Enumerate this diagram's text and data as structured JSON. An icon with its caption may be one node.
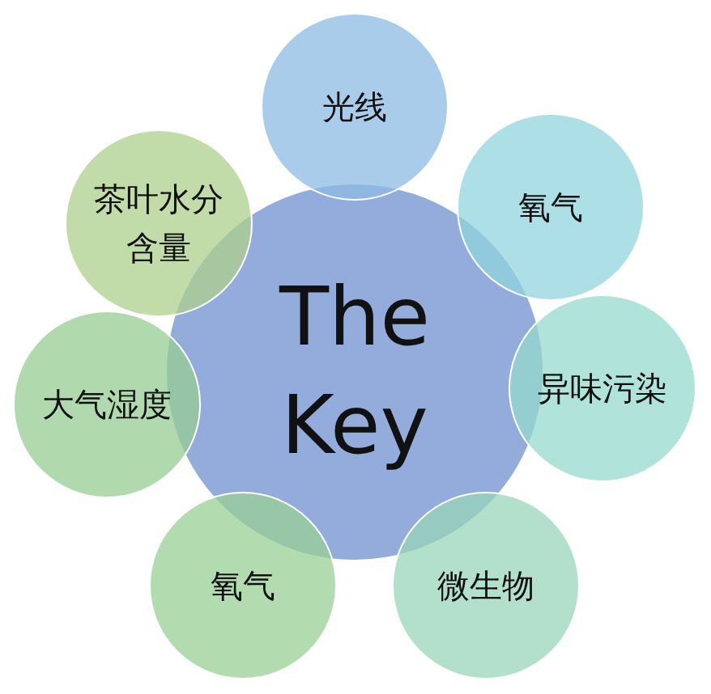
{
  "diagram": {
    "nodes": [
      {
        "text": [
          "The Key"
        ]
      },
      {
        "text": [
          "光线"
        ]
      },
      {
        "text": [
          "氧气"
        ]
      },
      {
        "text": [
          "异味污染"
        ]
      },
      {
        "text": [
          "微生物"
        ]
      },
      {
        "text": [
          "氧气"
        ]
      },
      {
        "text": [
          "大气湿度"
        ]
      },
      {
        "text": [
          "茶叶水分含量"
        ]
      }
    ],
    "edges": []
  }
}
